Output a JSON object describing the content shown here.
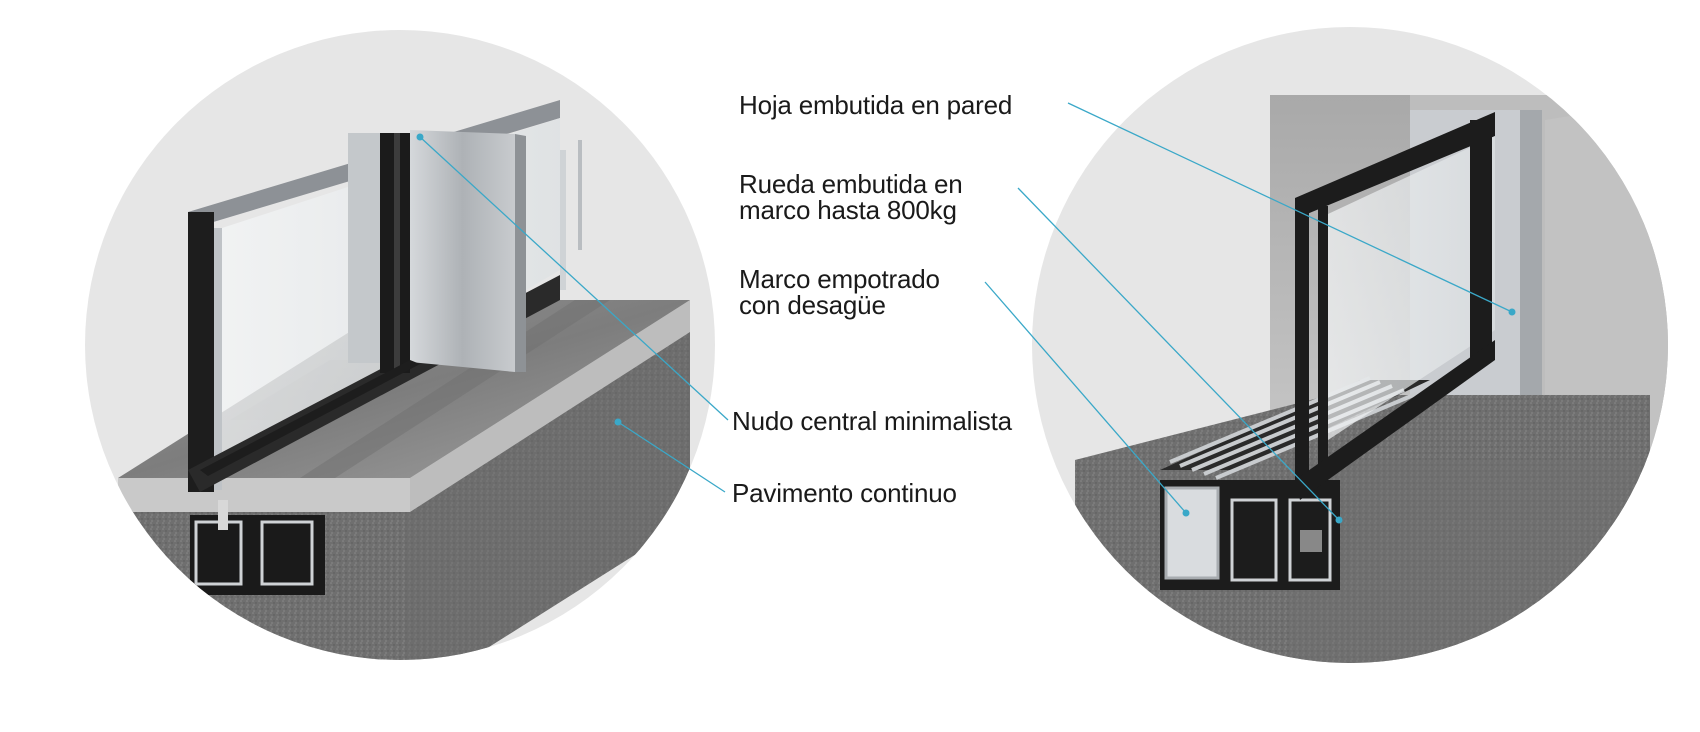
{
  "labels": {
    "hoja": "Hoja embutida en pared",
    "rueda": [
      "Rueda embutida en",
      "marco hasta 800kg"
    ],
    "marco": [
      "Marco empotrado",
      "con desagüe"
    ],
    "nudo": "Nudo central minimalista",
    "pavimento": "Pavimento continuo"
  },
  "colors": {
    "leader_line": "#3aa8c8",
    "circle_bg": "#e6e6e6",
    "aluminium": "#bfc3c7",
    "glass_frame": "#1c1c1c",
    "wood_floor": "#8d8d8d",
    "concrete": "#7a7a7a",
    "wall": "#b5b5b5"
  }
}
